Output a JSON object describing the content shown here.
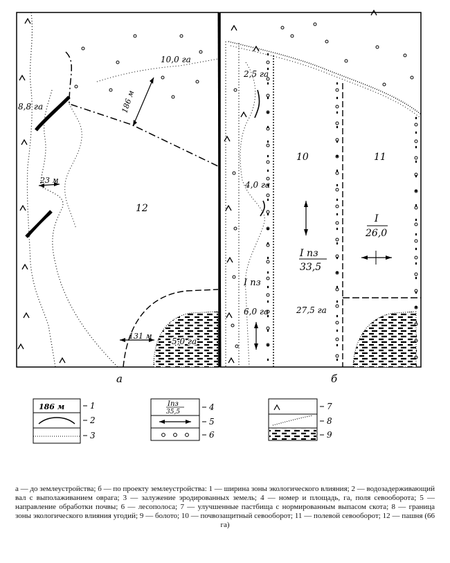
{
  "panel_a": {
    "panel_label": "а",
    "area_top": "10,0 га",
    "area_gully": "8,8 га",
    "width_186": "186 м",
    "width_23": "23 м",
    "width_131": "131 м",
    "area_bog": "5,0 га",
    "field_12": "12"
  },
  "panel_b": {
    "panel_label": "б",
    "area_25": "2,5 га",
    "area_40": "4,0 га",
    "area_60": "6,0 га",
    "area_275": "27,5 га",
    "field_10": "10",
    "field_11": "11",
    "rot_I_pz": "I пз",
    "rot_I_pz_area": "33,5",
    "rot_I": "I",
    "rot_I_area": "26,0",
    "strip_label": "I пз"
  },
  "legend": {
    "items": [
      {
        "num": "1",
        "sample": "186 м"
      },
      {
        "num": "2"
      },
      {
        "num": "3"
      },
      {
        "num": "4",
        "sample_top": "Iпз",
        "sample_bottom": "35,5"
      },
      {
        "num": "5"
      },
      {
        "num": "6"
      },
      {
        "num": "7"
      },
      {
        "num": "8"
      },
      {
        "num": "9"
      }
    ]
  },
  "caption": "а — до землеустройства; б — по проекту землеустройства: 1 — ширина зоны экологического влияния; 2 — водозадерживающий вал с выполаживанием оврага; 3 — залужение эродированных земель; 4 — номер и площадь, га, поля севооборота; 5 — направление обработки почвы; 6 — лесополоса; 7 — улучшенные пастбища с нормированным выпасом скота; 8 — граница зоны экологического влияния угодий; 9 — болото; 10 — почвозащитный севооборот; 11 — полевой севооборот; 12 — пашня (66 га)"
}
